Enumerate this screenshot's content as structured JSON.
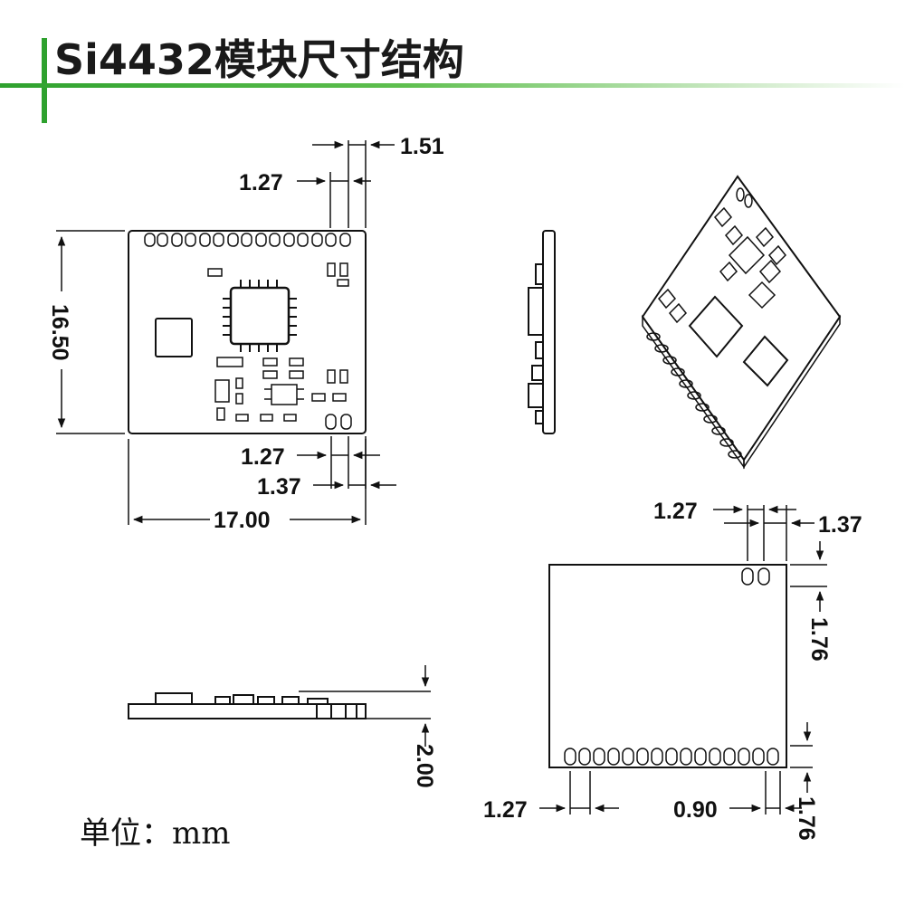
{
  "title": "Si4432模块尺寸结构",
  "unit_label": "单位：mm",
  "dimensions": {
    "top_pin_pitch": "1.27",
    "top_edge_offset": "1.51",
    "height": "16.50",
    "bottom_pin_pitch": "1.27",
    "bottom_edge_offset": "1.37",
    "width": "17.00",
    "thickness": "2.00",
    "right_pitch": "1.27",
    "right_edge_offset": "1.37",
    "right_top_clearance": "1.76",
    "bottom_pitch": "1.27",
    "bottom_pad_width": "0.90",
    "bottom_clearance": "1.76"
  },
  "colors": {
    "accent": "#2ea12e",
    "line": "#111111"
  }
}
